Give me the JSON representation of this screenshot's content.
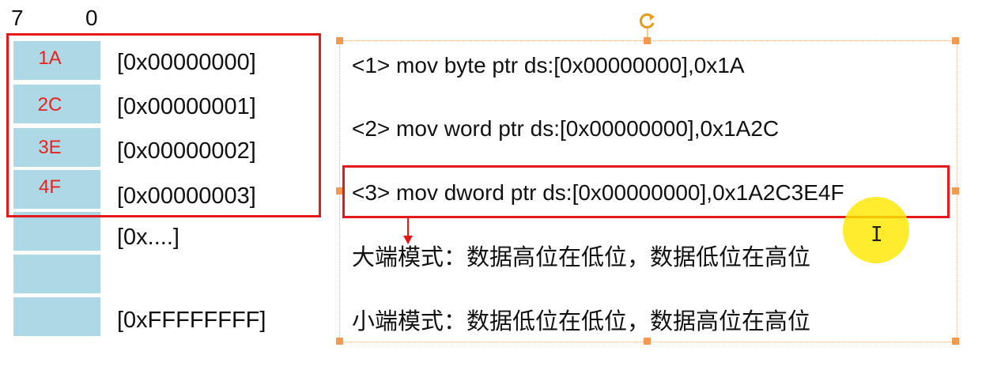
{
  "bit_labels": {
    "high": "7",
    "low": "0"
  },
  "memory": {
    "cells": [
      {
        "value": "1A",
        "address": "[0x00000000]"
      },
      {
        "value": "2C",
        "address": "[0x00000001]"
      },
      {
        "value": "3E",
        "address": "[0x00000002]"
      },
      {
        "value": "4F",
        "address": "[0x00000003]"
      },
      {
        "value": "",
        "address": "[0x....]"
      },
      {
        "value": "",
        "address": ""
      },
      {
        "value": "",
        "address": "[0xFFFFFFFF]"
      }
    ]
  },
  "instructions": [
    "<1> mov byte ptr ds:[0x00000000],0x1A",
    "<2> mov word ptr ds:[0x00000000],0x1A2C",
    "<3> mov dword ptr ds:[0x00000000],0x1A2C3E4F"
  ],
  "notes": {
    "big_endian": "大端模式：数据高位在低位，数据低位在高位",
    "little_endian": "小端模式：数据低位在低位，数据高位在高位"
  },
  "colors": {
    "cell_fill": "#add8e6",
    "highlight_red": "#e3191b",
    "handle_orange": "#f39a52",
    "cursor_yellow": "#ffe800"
  },
  "icons": {
    "rotate": "rotate-handle-icon",
    "cursor": "text-cursor-icon",
    "arrow": "down-arrow-icon"
  }
}
